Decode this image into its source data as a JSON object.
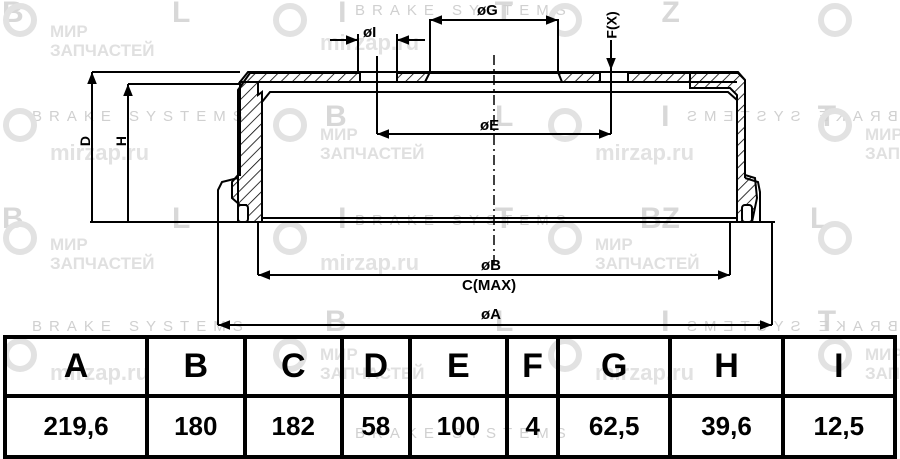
{
  "drawing": {
    "title": "Brake drum technical drawing",
    "labels": {
      "G": "øG",
      "I": "øI",
      "F": "F(X)",
      "E": "øE",
      "D": "D",
      "H": "H",
      "B": "øB",
      "C": "C(MAX)",
      "A": "øA"
    }
  },
  "watermarks": {
    "brand": "B L I T Z",
    "tagline": "BRAKE SYSTEMS",
    "shop_line1": "МИР",
    "shop_line2": "ЗАПЧАСТЕЙ",
    "site": "mirzap.ru",
    "color": "#d8d8d8"
  },
  "table": {
    "headers": [
      "A",
      "B",
      "C",
      "D",
      "E",
      "F",
      "G",
      "H",
      "I"
    ],
    "values": [
      "219,6",
      "180",
      "182",
      "58",
      "100",
      "4",
      "62,5",
      "39,6",
      "12,5"
    ]
  },
  "colors": {
    "line": "#000000",
    "background": "#ffffff",
    "watermark": "#d8d8d8"
  }
}
